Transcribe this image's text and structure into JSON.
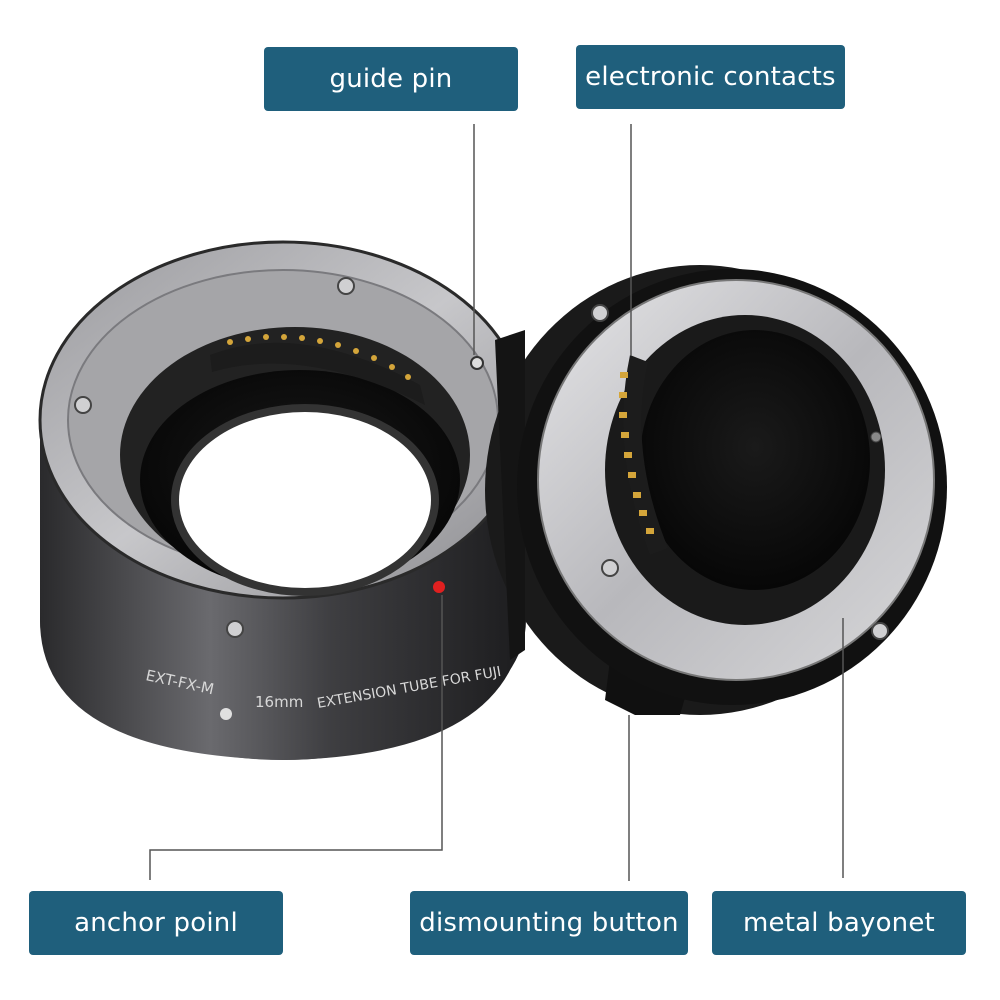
{
  "labels": {
    "guide_pin": "guide pin",
    "electronic_contacts": "electronic contacts",
    "anchor_point": "anchor poinl",
    "dismounting_button": "dismounting button",
    "metal_bayonet": "metal bayonet"
  },
  "product": {
    "model": "EXT-FX-M",
    "length": "16mm",
    "description": "EXTENSION TUBE FOR FUJI"
  },
  "colors": {
    "label_background": "#1f5f7c",
    "label_text": "#ffffff",
    "leader_line": "#555555",
    "anchor_dot": "#e02020",
    "contact_pins": "#d4a53a"
  }
}
